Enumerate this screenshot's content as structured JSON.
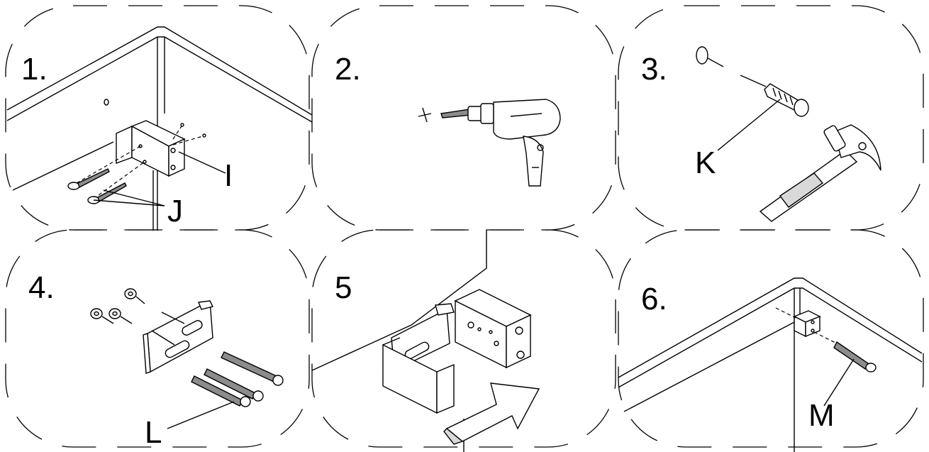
{
  "steps": [
    {
      "number": "1.",
      "labels": [
        "I",
        "J"
      ]
    },
    {
      "number": "2.",
      "labels": []
    },
    {
      "number": "3.",
      "labels": [
        "K"
      ]
    },
    {
      "number": "4.",
      "labels": [
        "L"
      ]
    },
    {
      "number": "5",
      "labels": []
    },
    {
      "number": "6.",
      "labels": [
        "M"
      ]
    }
  ]
}
